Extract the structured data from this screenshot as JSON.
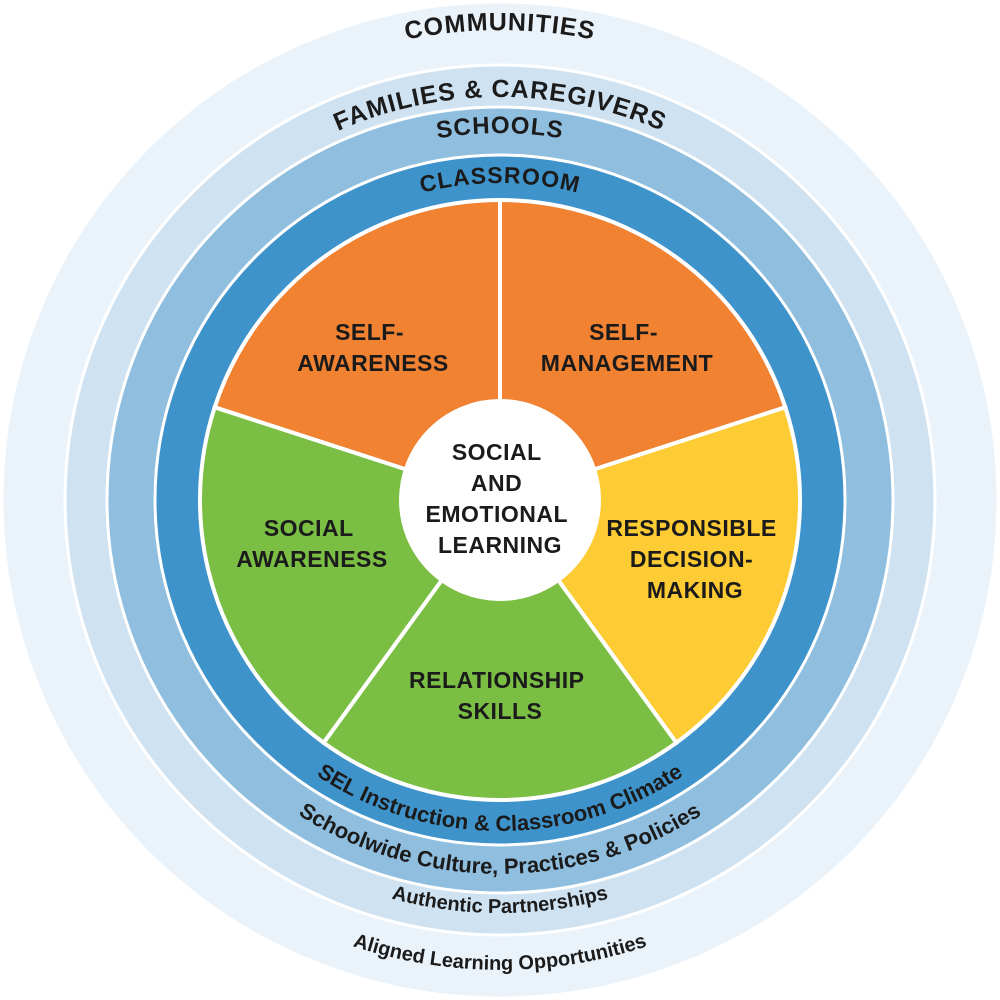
{
  "rings": [
    {
      "id": "communities",
      "top_label": "COMMUNITIES",
      "bottom_label": "Aligned Learning Opportunities",
      "color": "#EAF2FA"
    },
    {
      "id": "families",
      "top_label": "FAMILIES & CAREGIVERS",
      "bottom_label": "Authentic Partnerships",
      "color": "#CFE2F1"
    },
    {
      "id": "schools",
      "top_label": "SCHOOLS",
      "bottom_label": "Schoolwide Culture, Practices & Policies",
      "color": "#8FBEDF"
    },
    {
      "id": "classroom",
      "top_label": "CLASSROOM",
      "bottom_label": "SEL Instruction & Classroom Climate",
      "color": "#3F93CB"
    }
  ],
  "segments": [
    {
      "id": "self-awareness",
      "lines": [
        "SELF-",
        "AWARENESS"
      ],
      "color": "#F08232"
    },
    {
      "id": "self-management",
      "lines": [
        "SELF-",
        "MANAGEMENT"
      ],
      "color": "#F08232"
    },
    {
      "id": "responsible-decision-making",
      "lines": [
        "RESPONSIBLE",
        "DECISION-",
        "MAKING"
      ],
      "color": "#FDCB33"
    },
    {
      "id": "relationship-skills",
      "lines": [
        "RELATIONSHIP",
        "SKILLS"
      ],
      "color": "#7BBE44"
    },
    {
      "id": "social-awareness",
      "lines": [
        "SOCIAL",
        "AWARENESS"
      ],
      "color": "#7BBE44"
    }
  ],
  "center": {
    "lines": [
      "SOCIAL",
      "AND",
      "EMOTIONAL",
      "LEARNING"
    ],
    "color": "#FFFFFF"
  }
}
